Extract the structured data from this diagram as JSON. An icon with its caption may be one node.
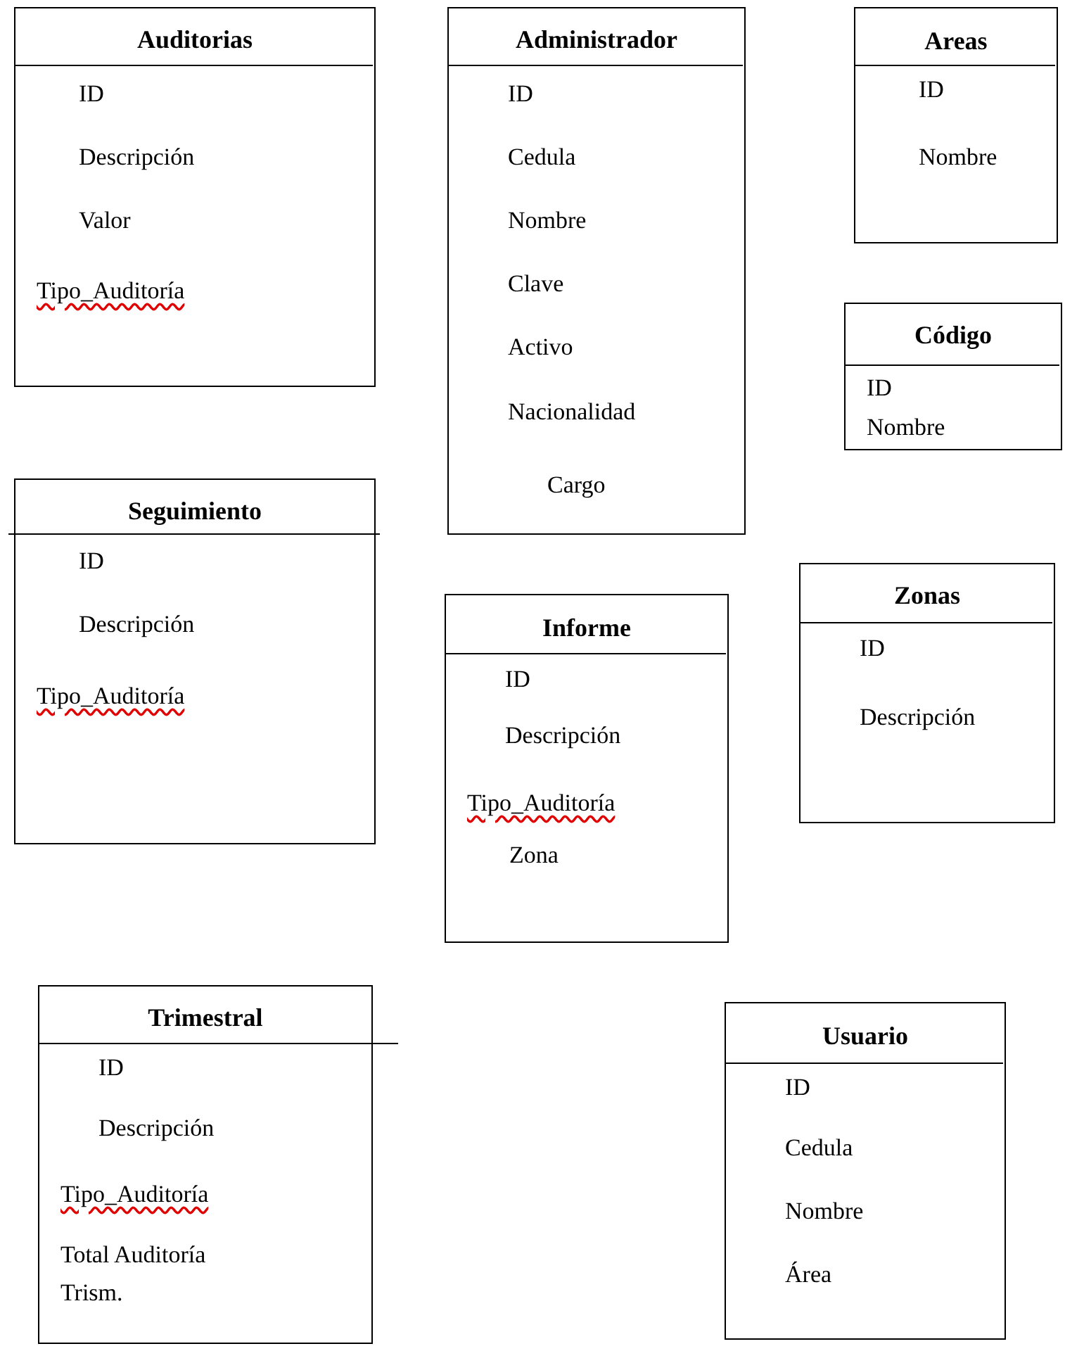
{
  "diagram": {
    "nodes": [
      {
        "text": [
          "Auditorias",
          "ID",
          "Descripción",
          "Valor",
          "Tipo_Auditoría"
        ]
      },
      {
        "text": [
          "Administrador",
          "ID",
          "Cedula",
          "Nombre",
          "Clave",
          "Activo",
          "Nacionalidad",
          "Cargo"
        ]
      },
      {
        "text": [
          "Areas",
          "ID",
          "Nombre"
        ]
      },
      {
        "text": [
          "Código",
          "ID",
          "Nombre"
        ]
      },
      {
        "text": [
          "Seguimiento",
          "ID",
          "Descripción",
          "Tipo_Auditoría"
        ]
      },
      {
        "text": [
          "Zonas",
          "ID",
          "Descripción"
        ]
      },
      {
        "text": [
          "Informe",
          "ID",
          "Descripción",
          "Tipo_Auditoría",
          "Zona"
        ]
      },
      {
        "text": [
          "Trimestral",
          "ID",
          "Descripción",
          "Tipo_Auditoría",
          "Total Auditoría Trism."
        ]
      },
      {
        "text": [
          "Usuario",
          "ID",
          "Cedula",
          "Nombre",
          "Área"
        ]
      }
    ]
  }
}
